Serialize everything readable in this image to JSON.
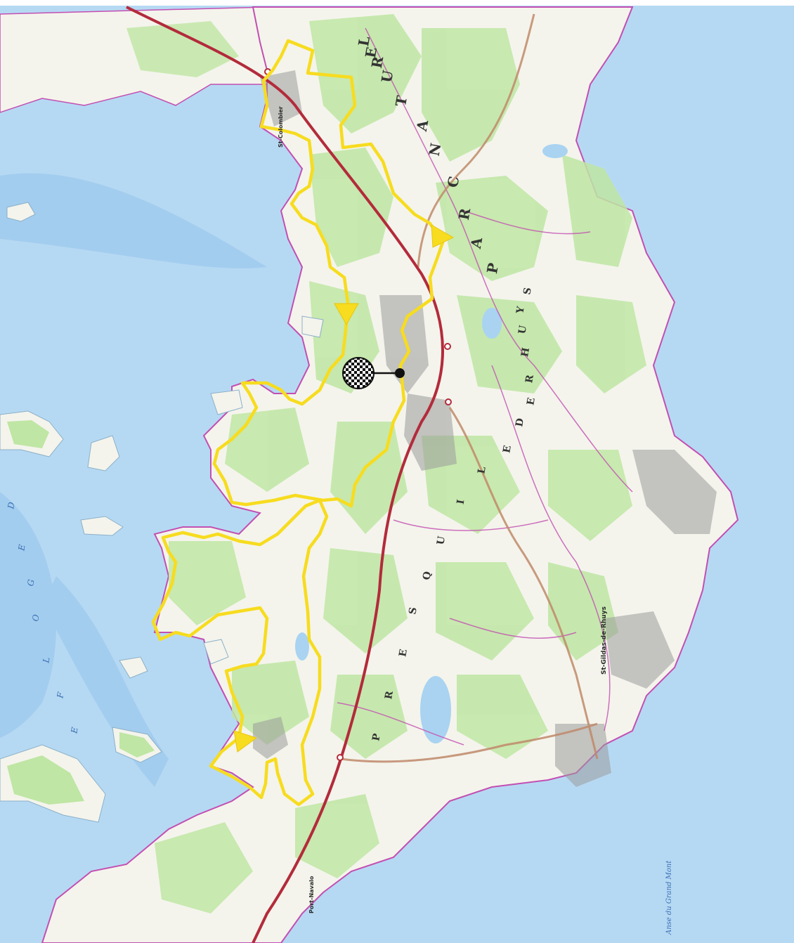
{
  "map": {
    "colors": {
      "sea": "#b6d9f3",
      "sea_deep": "#a3cdef",
      "land": "#f4f4ec",
      "woods": "#bfe6a4",
      "route": "#f7dc1f",
      "main_road": "#b32b3b",
      "secondary_road": "#c0896a",
      "commune_boundary": "#c34fb2",
      "town": "#9a9a9a"
    },
    "park_name_letters": [
      "P",
      "A",
      "R",
      "C",
      "N",
      "A",
      "T",
      "U",
      "R",
      "E",
      "L"
    ],
    "peninsula_name_letters": [
      "P",
      "R",
      "E",
      "S",
      "Q",
      "U",
      "I",
      "L",
      "E",
      "D",
      "E",
      "R",
      "H",
      "U",
      "Y",
      "S"
    ],
    "gulf_letters": [
      "D",
      "E",
      "G",
      "O",
      "L",
      "F",
      "E"
    ],
    "place_labels": {
      "st_colombier": "St-Colombier",
      "st_gildas": "St-Gildas-de-Rhuys",
      "port_navalo": "Port-Navalo",
      "anse_grand_mont": "Anse du Grand Mont"
    },
    "route_icons": [
      "direction-arrow-icon",
      "start-finish-flag-icon"
    ]
  }
}
